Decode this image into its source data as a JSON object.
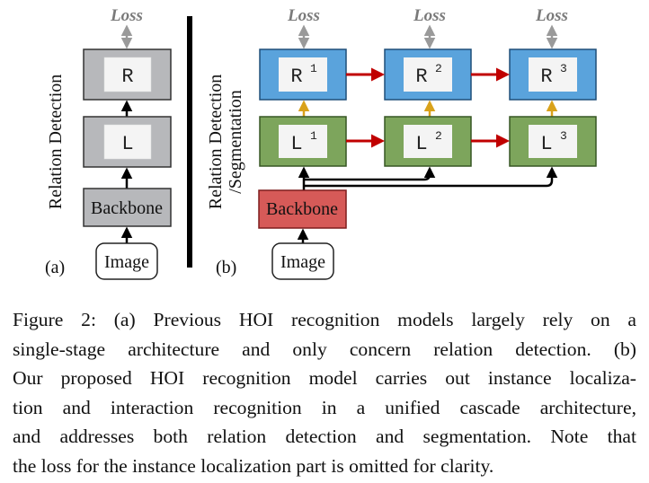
{
  "figure": {
    "panel_a": {
      "label": "(a)",
      "side_label": "Relation Detection",
      "loss": "Loss",
      "box_r": "R",
      "box_l": "L",
      "backbone": "Backbone",
      "image": "Image"
    },
    "panel_b": {
      "label": "(b)",
      "side_label_line1": "Relation Detection",
      "side_label_line2": "/Segmentation",
      "loss_labels": [
        "Loss",
        "Loss",
        "Loss"
      ],
      "r_boxes": [
        {
          "base": "R",
          "sup": "1"
        },
        {
          "base": "R",
          "sup": "2"
        },
        {
          "base": "R",
          "sup": "3"
        }
      ],
      "l_boxes": [
        {
          "base": "L",
          "sup": "1"
        },
        {
          "base": "L",
          "sup": "2"
        },
        {
          "base": "L",
          "sup": "3"
        }
      ],
      "backbone": "Backbone",
      "image": "Image"
    },
    "colors": {
      "gray_box": "#b7b8bb",
      "blue_box": "#5aa3dc",
      "green_box": "#7da55c",
      "red_box": "#d65a58",
      "red_arrow": "#c00000",
      "gold_arrow": "#d9a21b",
      "gray_arrow": "#9a9a9a"
    }
  },
  "caption": {
    "lines": [
      "Figure 2: (a) Previous HOI recognition models largely rely on a",
      "single-stage architecture and only concern relation detection. (b)",
      "Our proposed HOI recognition model carries out instance localiza-",
      "tion and interaction recognition in a unified cascade architecture,",
      "and addresses both relation detection and segmentation. Note that",
      "the loss for the instance localization part is omitted for clarity."
    ]
  }
}
